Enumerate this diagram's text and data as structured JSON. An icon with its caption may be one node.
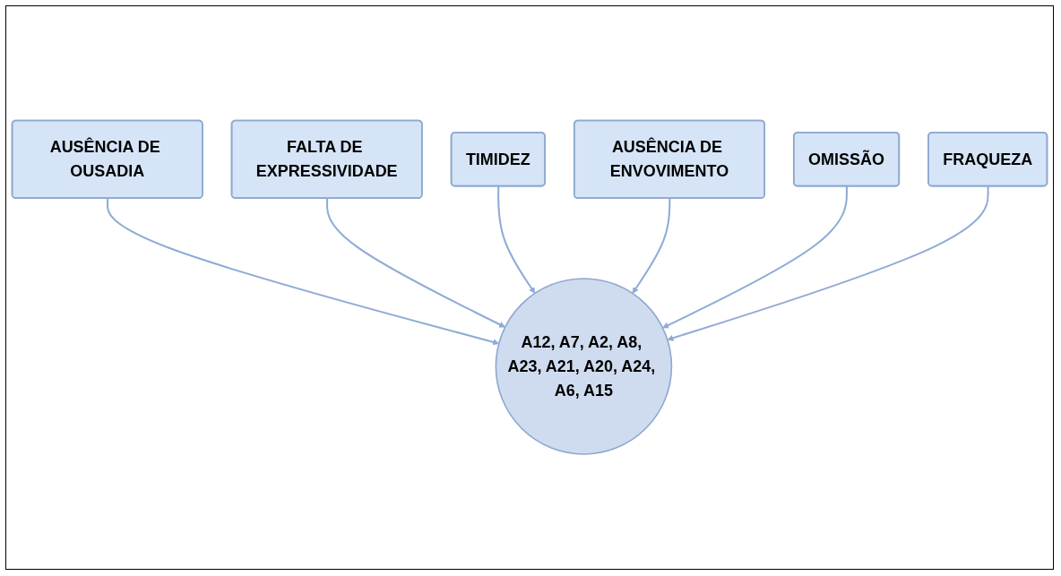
{
  "diagram": {
    "nodes": [
      {
        "text": [
          "AUSÊNCIA DE OUSADIA"
        ]
      },
      {
        "text": [
          "FALTA DE EXPRESSIVIDADE"
        ]
      },
      {
        "text": [
          "TIMIDEZ"
        ]
      },
      {
        "text": [
          "AUSÊNCIA DE ENVOVIMENTO"
        ]
      },
      {
        "text": [
          "OMISSÃO"
        ]
      },
      {
        "text": [
          "A12, A7, A2, A8, A23, A21, A20, A24, A6, A15"
        ]
      },
      {
        "text": [
          "FRAQUEZA"
        ]
      }
    ],
    "edges": [
      {
        "from": 0,
        "to": 5,
        "arrow": "to"
      },
      {
        "from": 1,
        "to": 5,
        "arrow": "to"
      },
      {
        "from": 2,
        "to": 5,
        "arrow": "to"
      },
      {
        "from": 3,
        "to": 5,
        "arrow": "to"
      },
      {
        "from": 4,
        "to": 5,
        "arrow": "to"
      },
      {
        "from": 6,
        "to": 5,
        "arrow": "to"
      }
    ]
  }
}
